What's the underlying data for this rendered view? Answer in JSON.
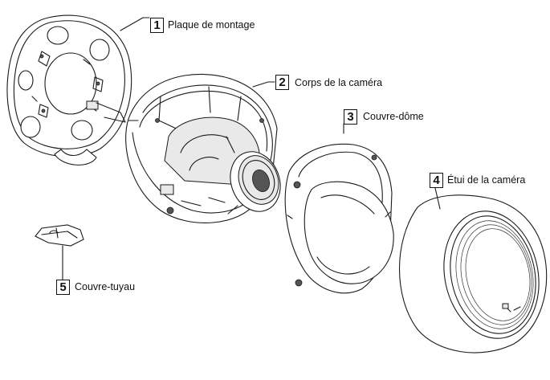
{
  "parts": [
    {
      "number": "1",
      "label": "Plaque de montage"
    },
    {
      "number": "2",
      "label": "Corps de la caméra"
    },
    {
      "number": "3",
      "label": "Couvre-dôme"
    },
    {
      "number": "4",
      "label": "Étui de la caméra"
    },
    {
      "number": "5",
      "label": "Couvre-tuyau"
    }
  ]
}
